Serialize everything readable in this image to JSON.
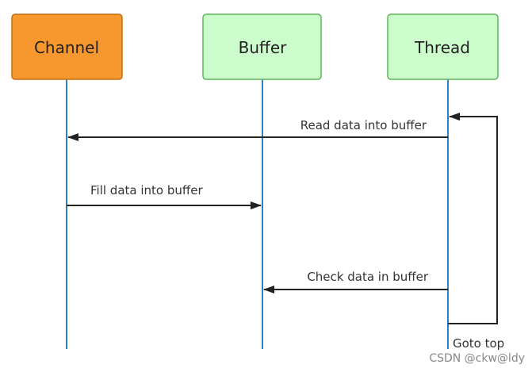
{
  "actors": [
    {
      "name": "Channel",
      "fill": "#f7982f",
      "stroke": "#c46d12"
    },
    {
      "name": "Buffer",
      "fill": "#ccfccc",
      "stroke": "#5bb55b"
    },
    {
      "name": "Thread",
      "fill": "#ccfccc",
      "stroke": "#5bb55b"
    }
  ],
  "lifeline_color": "#2f7fc1",
  "arrow_color": "#222222",
  "messages": [
    {
      "label": "Read data into buffer",
      "from": "Thread",
      "to": "Channel"
    },
    {
      "label": "Fill data into buffer",
      "from": "Channel",
      "to": "Buffer"
    },
    {
      "label": "Check data in buffer",
      "from": "Thread",
      "to": "Buffer"
    }
  ],
  "loop_label": "Goto top",
  "watermark": "CSDN @ckw@ldy"
}
